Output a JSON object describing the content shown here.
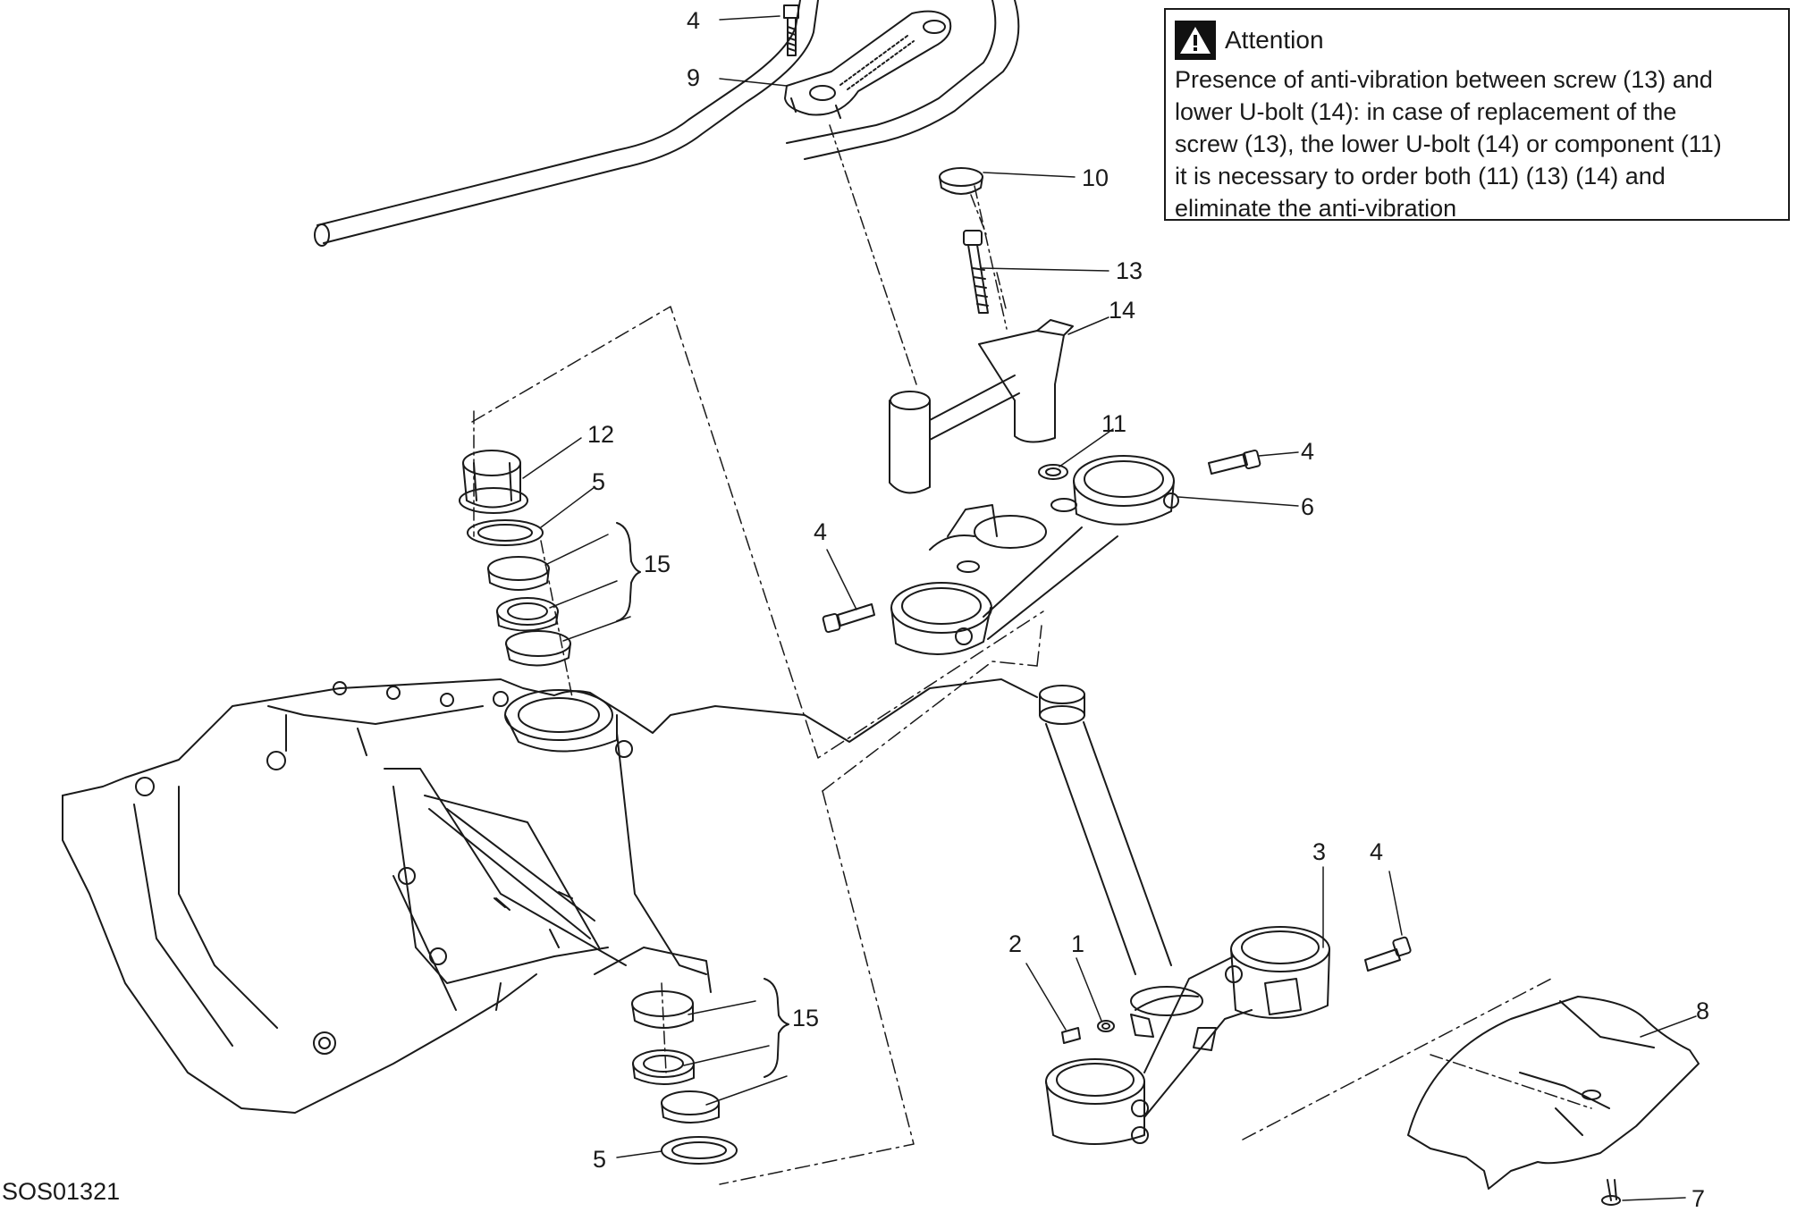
{
  "notice": {
    "title": "Attention",
    "lines": [
      "Presence of anti-vibration between screw (13) and",
      "lower U-bolt (14): in case of replacement of the",
      "screw (13), the lower U-bolt (14) or component (11)",
      "it is necessary to order both (11) (13) (14) and",
      "eliminate the anti-vibration"
    ],
    "icon": "warning-triangle-icon"
  },
  "drawing_code": "SOS01321",
  "callouts": {
    "c4_top": "4",
    "c9": "9",
    "c10": "10",
    "c13": "13",
    "c14": "14",
    "c12": "12",
    "c5_upper": "5",
    "c15_upper": "15",
    "c11": "11",
    "c4_right_clamp": "4",
    "c6": "6",
    "c4_left_clamp": "4",
    "c3": "3",
    "c4_lower": "4",
    "c2": "2",
    "c1": "1",
    "c15_lower": "15",
    "c8": "8",
    "c5_lower": "5",
    "c7": "7"
  },
  "colors": {
    "line": "#1a1a1a",
    "background": "#ffffff"
  }
}
